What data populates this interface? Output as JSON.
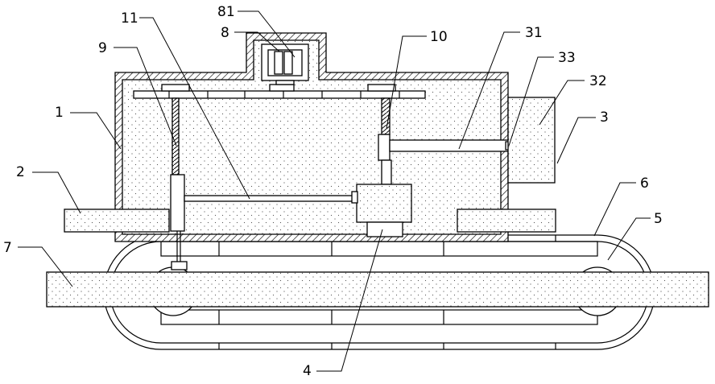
{
  "labels": {
    "l1": "1",
    "l2": "2",
    "l3": "3",
    "l4": "4",
    "l5": "5",
    "l6": "6",
    "l7": "7",
    "l8": "8",
    "l9": "9",
    "l10": "10",
    "l11": "11",
    "l31": "31",
    "l32": "32",
    "l33": "33",
    "l81": "81"
  }
}
